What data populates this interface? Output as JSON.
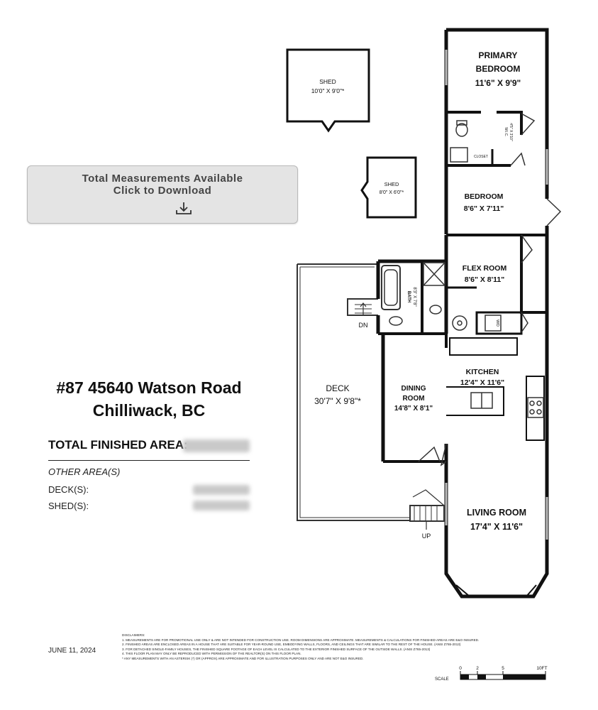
{
  "download": {
    "line1": "Total Measurements Available",
    "line2": "Click to Download",
    "icon": "download-icon"
  },
  "property": {
    "address_line1": "#87 45640 Watson Road",
    "address_line2": "Chilliwack, BC"
  },
  "areas": {
    "total_finished_label": "TOTAL FINISHED AREA:",
    "other_label": "OTHER AREA(S)",
    "decks_label": "DECK(S):",
    "sheds_label": "SHED(S):"
  },
  "rooms": {
    "primary_bedroom": {
      "name1": "PRIMARY",
      "name2": "BEDROOM",
      "dims": "11'6\" X 9'9\""
    },
    "bedroom": {
      "name": "BEDROOM",
      "dims": "8'6\" X 7'11\""
    },
    "flex_room": {
      "name": "FLEX ROOM",
      "dims": "8'6\" X 8'11\""
    },
    "kitchen": {
      "name": "KITCHEN",
      "dims": "12'4\" X 11'6\""
    },
    "dining_room": {
      "name1": "DINING",
      "name2": "ROOM",
      "dims": "14'8\" X 8'1\""
    },
    "living_room": {
      "name": "LIVING ROOM",
      "dims": "17'4\" X 11'6\""
    },
    "deck": {
      "name": "DECK",
      "dims": "30'7\" X 9'8\"*"
    },
    "shed_large": {
      "name": "SHED",
      "dims": "10'0\" X 9'0\"*"
    },
    "shed_small": {
      "name": "SHED",
      "dims": "8'0\" X 6'0\"*"
    },
    "bath": {
      "name": "BATH",
      "dims": "8'3\" X 7'8\""
    },
    "wic": {
      "name": "W.I.C.",
      "dims": "4'5\" X 3'10\""
    },
    "closet": {
      "name": "CLOSET"
    },
    "wd": {
      "name": "W/D"
    }
  },
  "stairs": {
    "down": "DN",
    "up": "UP"
  },
  "footer": {
    "date": "JUNE 11, 2024",
    "disclaimer_title": "DISCLAIMERS:",
    "disclaimer_lines": [
      "1. Measurements are for promotional use only & are not intended for construction use. Room dimensions are approximate. Measurements & calculations for finished areas are E&O insured.",
      "2. Finished areas are enclosed areas in a house that are suitable for year-round use, embodying walls, floors, and ceilings that are similar to the rest of the house. (ANSI Z765-2013)",
      "3. For detached single-family houses, the finished square footage of each level is calculated to the exterior finished surface of the outside walls. (ANSI Z765-2013)",
      "4. This floor plan may only be reproduced with permission of the realtor(s) on this floor plan.",
      "* Any measurements with an asterisk (*) or (approx) are approximate and for illustration purposes only and are not E&O insured."
    ],
    "scale_label": "SCALE",
    "scale_ticks": [
      "0",
      "2",
      "5",
      "10FT"
    ]
  }
}
